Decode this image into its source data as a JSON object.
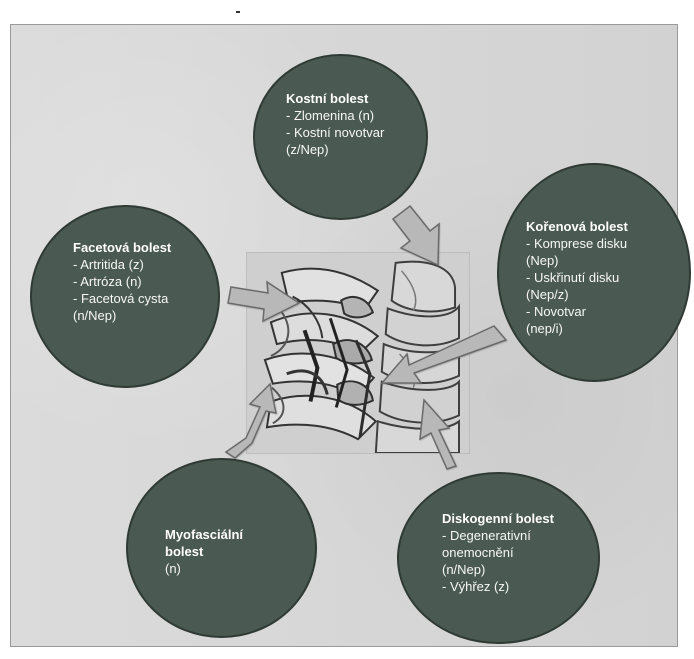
{
  "colors": {
    "background": "#d9d9d9",
    "circle_fill": "#4a5a52",
    "circle_text": "#f7f7f7",
    "arrow_fill": "#b8b8b8",
    "arrow_stroke": "#6a6a6a"
  },
  "nodes": {
    "kostni": {
      "title": "Kostní bolest",
      "items": [
        "- Zlomenina (n)",
        "- Kostní novotvar",
        "(z/Nep)"
      ]
    },
    "korenova": {
      "title": "Kořenová bolest",
      "items": [
        "- Komprese disku",
        "(Nep)",
        "- Uskřinutí disku",
        "(Nep/z)",
        "- Novotvar",
        "(nep/i)"
      ]
    },
    "facetova": {
      "title": "Facetová bolest",
      "items": [
        "- Artritida (z)",
        "- Artróza (n)",
        "- Facetová cysta",
        "(n/Nep)"
      ]
    },
    "myofascial": {
      "title": "Myofasciální",
      "title2": "bolest",
      "items": [
        "(n)"
      ]
    },
    "diskogenni": {
      "title": "Diskogenní bolest",
      "items": [
        "- Degenerativní",
        "onemocnění",
        "(n/Nep)",
        "- Výhřez (z)"
      ]
    }
  },
  "central_image": "spine-illustration"
}
